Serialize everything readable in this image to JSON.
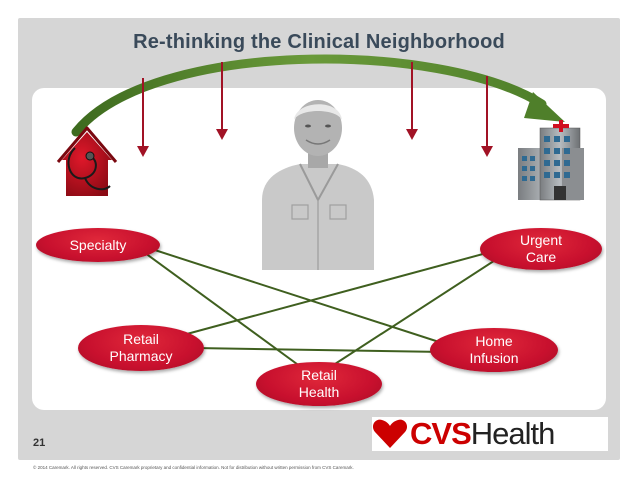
{
  "title": "Re-thinking the Clinical Neighborhood",
  "nodes": {
    "specialty": "Specialty",
    "retail_pharmacy": [
      "Retail",
      "Pharmacy"
    ],
    "retail_health": [
      "Retail",
      "Health"
    ],
    "home_infusion": [
      "Home",
      "Infusion"
    ],
    "urgent_care": [
      "Urgent",
      "Care"
    ]
  },
  "page_number": "21",
  "footer": "© 2014 Caremark. All rights reserved. CVS Caremark proprietary and confidential information. Not for distribution without written permission from CVS Caremark.",
  "logo": {
    "cvs": "CVS",
    "health": "Health"
  },
  "icons": {
    "left": "home-with-stethoscope-icon",
    "right": "hospital-building-icon",
    "center": "person-photo"
  },
  "colors": {
    "node_red": "#c8102e",
    "arrow_green": "#4f7f2a",
    "arrow_red": "#a11225",
    "line_green": "#3f5f1f",
    "title": "#3a4a5a"
  }
}
